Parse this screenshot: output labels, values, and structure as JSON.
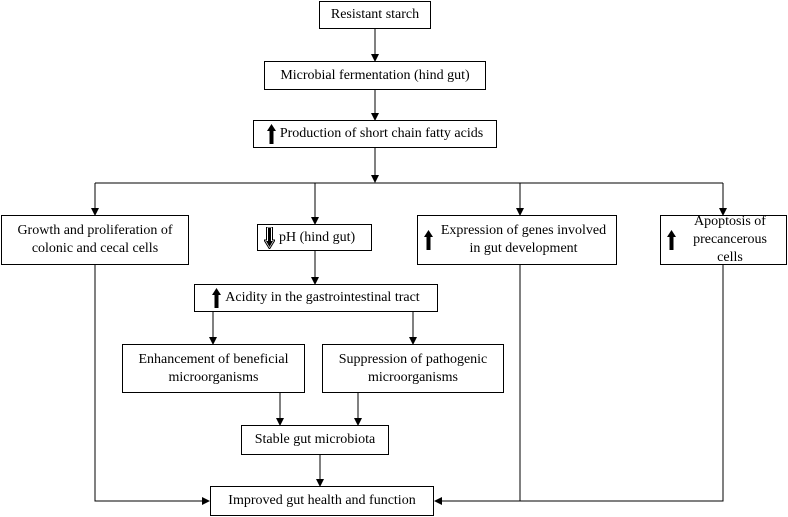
{
  "nodes": {
    "resistant_starch": "Resistant starch",
    "microbial_fermentation": "Microbial fermentation (hind gut)",
    "production_scfa": "Production of short chain fatty acids",
    "growth_proliferation": "Growth and proliferation of colonic and cecal cells",
    "ph_hind_gut": "pH (hind gut)",
    "expression_genes": "Expression  of genes involved in gut development",
    "apoptosis": "Apoptosis of precancerous cells",
    "acidity": "Acidity in the gastrointestinal tract",
    "enhancement": "Enhancement of  beneficial microorganisms",
    "suppression": "Suppression of pathogenic microorganisms",
    "stable_microbiota": "Stable gut microbiota",
    "improved_health": "Improved gut health and function"
  },
  "indicators": {
    "production_scfa": "up-arrow-icon",
    "ph_hind_gut": "down-arrow-icon",
    "expression_genes": "up-arrow-icon",
    "apoptosis": "up-arrow-icon",
    "acidity": "up-arrow-icon"
  },
  "colors": {
    "stroke": "#000000",
    "background": "#ffffff"
  }
}
